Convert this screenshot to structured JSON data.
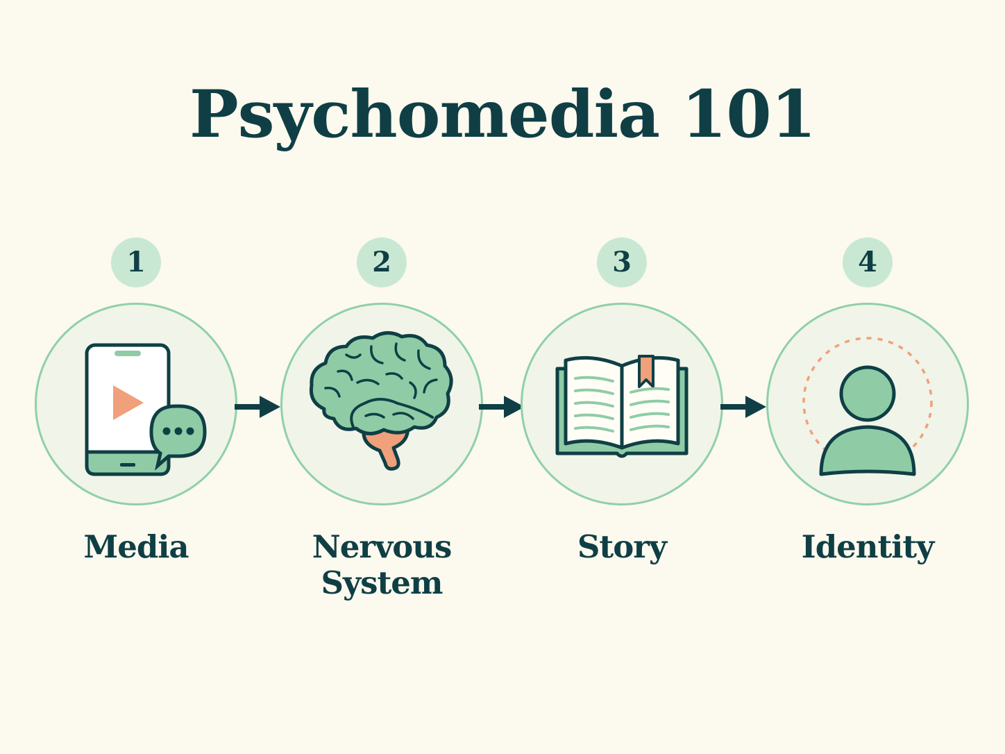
{
  "title": "Psychomedia 101",
  "colors": {
    "background": "#fcf9ee",
    "ink": "#0f3f45",
    "green": "#8fcca6",
    "badge": "#c9e8d3",
    "accent": "#f0a07a"
  },
  "steps": [
    {
      "number": "1",
      "label_lines": [
        "Media"
      ],
      "icon": "smartphone-video-chat-icon"
    },
    {
      "number": "2",
      "label_lines": [
        "Nervous",
        "System"
      ],
      "icon": "brain-icon"
    },
    {
      "number": "3",
      "label_lines": [
        "Story"
      ],
      "icon": "open-book-icon"
    },
    {
      "number": "4",
      "label_lines": [
        "Identity"
      ],
      "icon": "person-icon"
    }
  ]
}
